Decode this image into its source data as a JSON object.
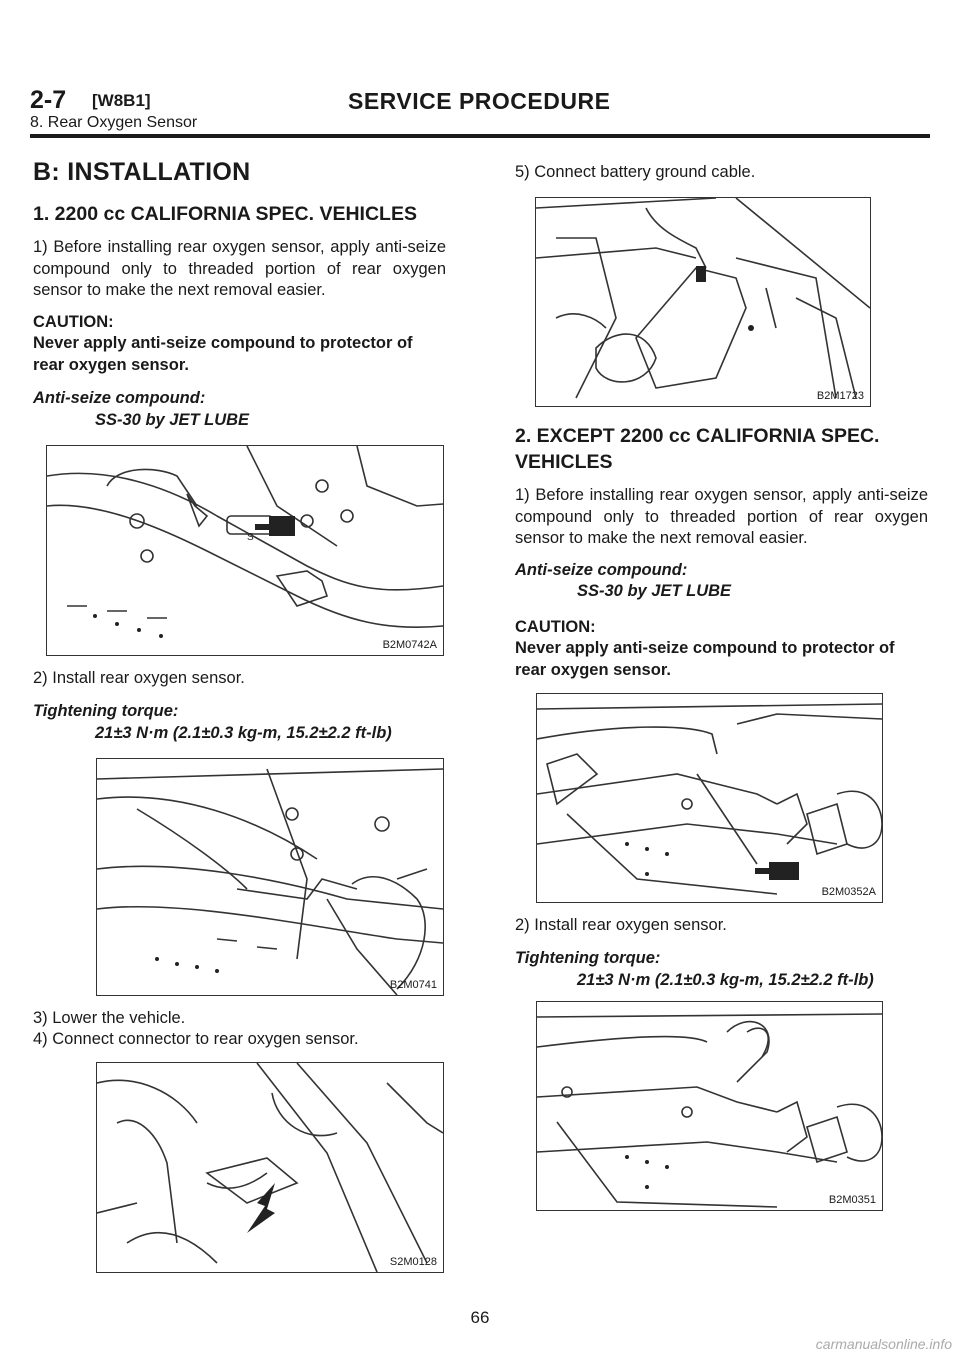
{
  "header": {
    "section": "2-7",
    "code": "[W8B1]",
    "title": "SERVICE PROCEDURE",
    "subtitle": "8. Rear Oxygen Sensor"
  },
  "left": {
    "heading": "B: INSTALLATION",
    "sub1": "1. 2200 cc CALIFORNIA SPEC. VEHICLES",
    "step1": "1) Before installing rear oxygen sensor, apply anti-seize compound only to threaded portion of rear oxygen sensor to make the next removal easier.",
    "caution_label": "CAUTION:",
    "caution_text": "Never apply anti-seize compound to protector of rear oxygen sensor.",
    "compound_label": "Anti-seize compound:",
    "compound_value": "SS-30 by JET LUBE",
    "fig1": "B2M0742A",
    "step2": "2) Install rear oxygen sensor.",
    "torque_label": "Tightening torque:",
    "torque_value": "21±3 N·m (2.1±0.3 kg-m, 15.2±2.2 ft-lb)",
    "fig2": "B2M0741",
    "step3": "3) Lower the vehicle.",
    "step4": "4) Connect connector to rear oxygen sensor.",
    "fig3": "S2M0128"
  },
  "right": {
    "step5": "5) Connect battery ground cable.",
    "fig4": "B2M1723",
    "sub2": "2. EXCEPT 2200 cc CALIFORNIA SPEC. VEHICLES",
    "step1": "1) Before installing rear oxygen sensor, apply anti-seize compound only to threaded portion of rear oxygen sensor to make the next removal easier.",
    "compound_label": "Anti-seize compound:",
    "compound_value": "SS-30 by JET LUBE",
    "caution_label": "CAUTION:",
    "caution_text": "Never apply anti-seize compound to protector of rear oxygen sensor.",
    "fig5": "B2M0352A",
    "step2": "2) Install rear oxygen sensor.",
    "torque_label": "Tightening torque:",
    "torque_value": "21±3 N·m (2.1±0.3 kg-m, 15.2±2.2 ft-lb)",
    "fig6": "B2M0351"
  },
  "footer": {
    "page": "66",
    "watermark": "carmanualsonline.info"
  }
}
